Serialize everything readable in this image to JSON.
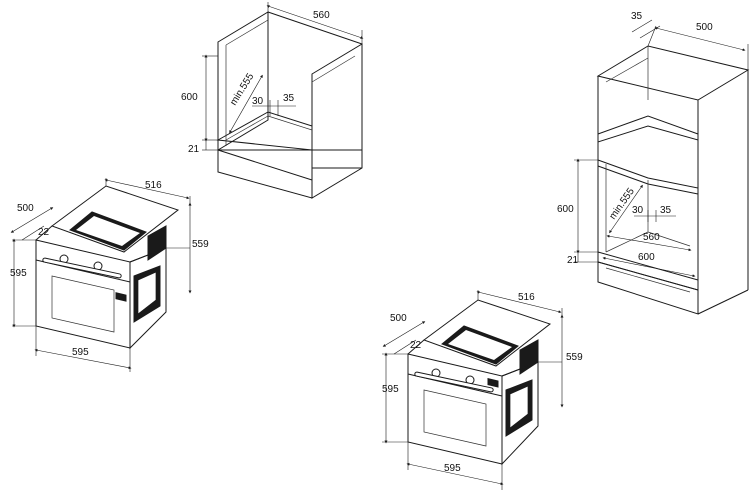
{
  "colors": {
    "line": "#1a1a1a",
    "background": "#ffffff"
  },
  "cabinet_under_counter": {
    "width": "560",
    "height": "600",
    "depth_min": "min.555",
    "gap_30": "30",
    "gap_35": "35",
    "plinth": "21"
  },
  "cabinet_tall": {
    "depth": "500",
    "top_gap": "35",
    "height": "600",
    "depth_min": "min.555",
    "gap_30": "30",
    "gap_35": "35",
    "inner_width": "560",
    "outer_width": "600",
    "plinth": "21"
  },
  "oven_left": {
    "depth": "500",
    "top_width": "516",
    "front_offset": "22",
    "height": "595",
    "body_height": "559",
    "width": "595"
  },
  "oven_right": {
    "depth": "500",
    "top_width": "516",
    "front_offset": "22",
    "height": "595",
    "body_height": "559",
    "width": "595"
  }
}
